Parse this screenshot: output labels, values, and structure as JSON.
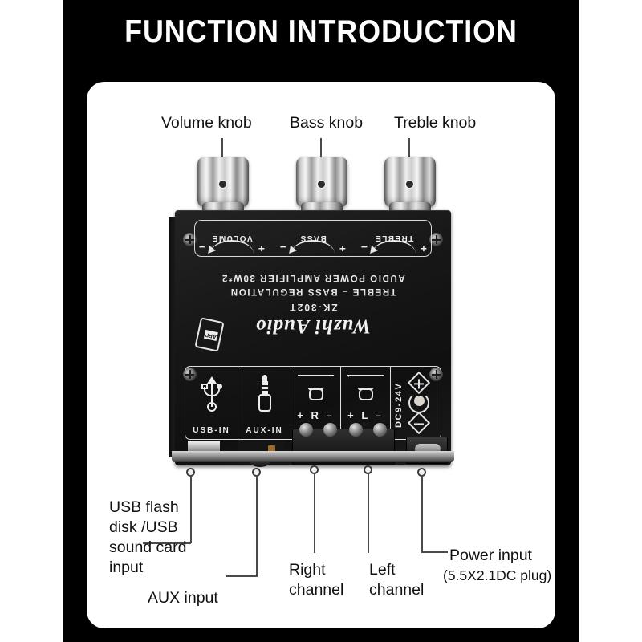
{
  "page": {
    "title": "FUNCTION INTRODUCTION",
    "background_color": "#ffffff",
    "frame_color": "#000000",
    "panel_color": "#ffffff"
  },
  "callouts": {
    "volume_knob": "Volume knob",
    "bass_knob": "Bass knob",
    "treble_knob": "Treble knob",
    "usb_input": "USB flash\ndisk /USB\nsound card\ninput",
    "aux_input": "AUX input",
    "right_channel": "Right\nchannel",
    "left_channel": "Left\nchannel",
    "power_input": "Power input",
    "power_input_detail": "(5.5X2.1DC plug)"
  },
  "board": {
    "controls": [
      {
        "name": "VOLUME",
        "plus": "+",
        "minus": "–"
      },
      {
        "name": "BASS",
        "plus": "+",
        "minus": "–"
      },
      {
        "name": "TREBLE",
        "plus": "+",
        "minus": "–"
      }
    ],
    "silkscreen": {
      "line1": "AUDIO POWER AMPLIFIER 30W*2",
      "line2": "TREBLE – BASS REGULATION",
      "model": "ZK-302T",
      "brand": "Wuzhi Audio",
      "app_badge": "APP"
    },
    "io": {
      "usb_label": "USB-IN",
      "aux_label": "AUX-IN",
      "right_polarity": "+ R –",
      "left_polarity": "+ L –",
      "dc_label": "DC9-24V"
    }
  }
}
